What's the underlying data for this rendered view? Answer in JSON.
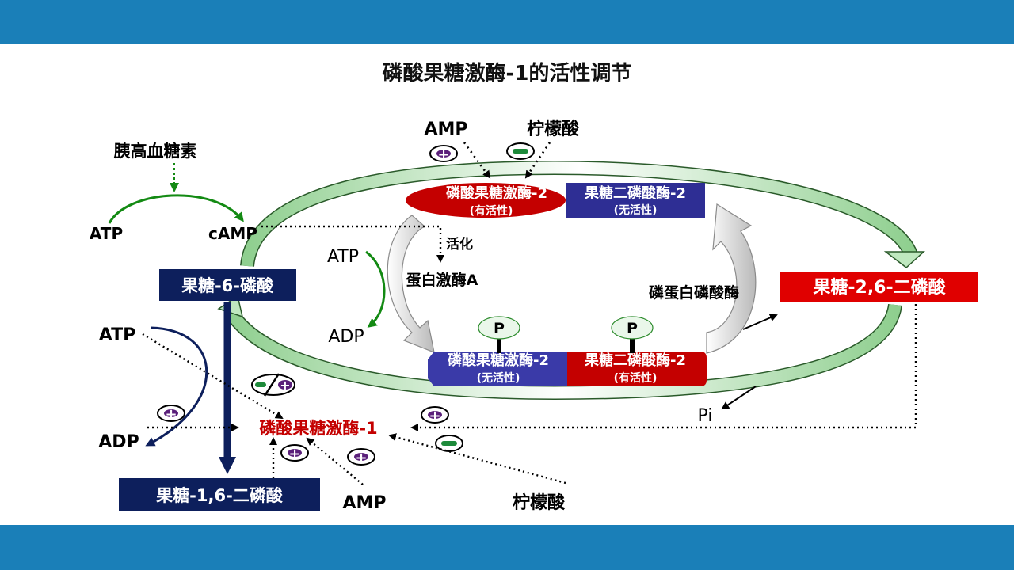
{
  "slide": {
    "title": "磷酸果糖激酶-1的活性调节"
  },
  "labels": {
    "glucagon": "胰高血糖素",
    "atp_left": "ATP",
    "camp": "cAMP",
    "f6p": "果糖-6-磷酸",
    "atp_mid": "ATP",
    "adp_mid": "ADP",
    "activation": "活化",
    "pka": "蛋白激酶A",
    "amp_top": "AMP",
    "citrate_top": "柠檬酸",
    "pfk2_active_name": "磷酸果糖激酶-2",
    "pfk2_active_state": "(有活性)",
    "fbp2_inactive_name": "果糖二磷酸酶-2",
    "fbp2_inactive_state": "(无活性)",
    "pfk2_inactive_name": "磷酸果糖激酶-2",
    "pfk2_inactive_state": "(无活性)",
    "fbp2_active_name": "果糖二磷酸酶-2",
    "fbp2_active_state": "(有活性)",
    "phospho_p1": "P",
    "phospho_p2": "P",
    "phosphatase": "磷蛋白磷酸酶",
    "f26bp": "果糖-2,6-二磷酸",
    "pi": "Pi",
    "atp_reg": "ATP",
    "adp_reg": "ADP",
    "pfk1": "磷酸果糖激酶-1",
    "f16bp": "果糖-1,6-二磷酸",
    "amp_bottom": "AMP",
    "citrate_bottom": "柠檬酸"
  },
  "colors": {
    "band": "#1a7fb8",
    "navy_box": "#0d1f5c",
    "red": "#e00000",
    "enzyme_red": "#c40000",
    "enzyme_blue": "#2e2e94",
    "green": "#138a13",
    "plus_fill": "#5a1f7a",
    "minus_fill": "#1d8a3a"
  },
  "regulation_signs": {
    "amp_top": "+",
    "citrate_top": "−",
    "atp_on_pfk1": "−/+",
    "adp_on_pfk1": "+",
    "f26bp_on_pfk1": "+",
    "citrate_on_pfk1": "−",
    "f16bp_on_pfk1": "+",
    "amp_on_pfk1": "+"
  }
}
